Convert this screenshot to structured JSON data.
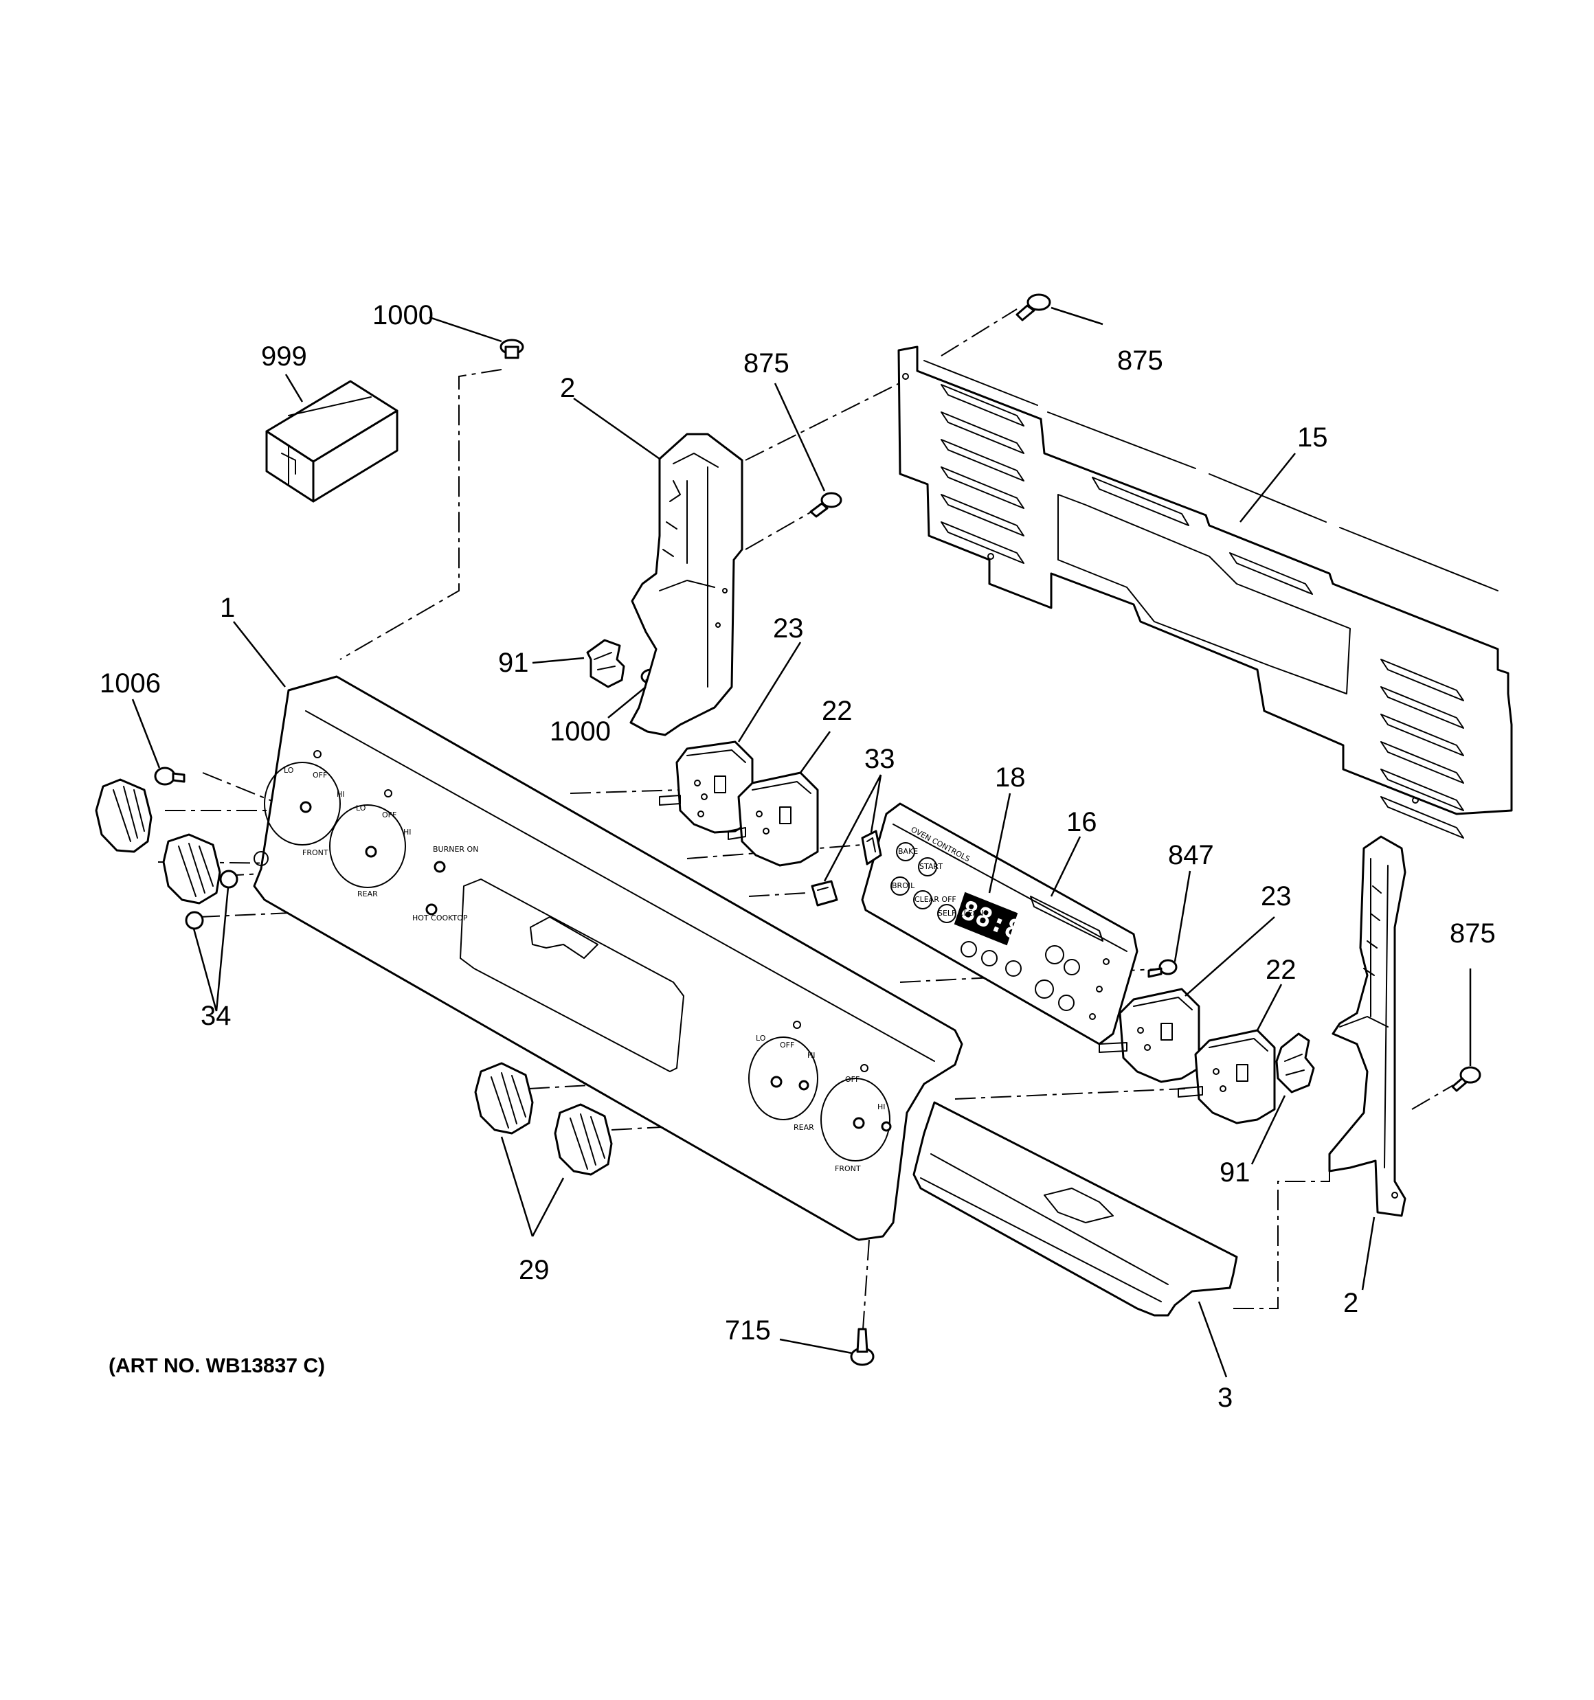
{
  "callouts": {
    "c1000a": "1000",
    "c999": "999",
    "c875a": "875",
    "c875b": "875",
    "c875c": "875",
    "c2a": "2",
    "c2b": "2",
    "c15": "15",
    "c1": "1",
    "c1006": "1006",
    "c91a": "91",
    "c91b": "91",
    "c1000b": "1000",
    "c23a": "23",
    "c23b": "23",
    "c22a": "22",
    "c22b": "22",
    "c33": "33",
    "c18": "18",
    "c16": "16",
    "c847": "847",
    "c34": "34",
    "c29": "29",
    "c715": "715",
    "c3": "3"
  },
  "art_number": "(ART NO. WB13837 C)",
  "display_readout": "88:88",
  "panel_labels": {
    "lo": "LO",
    "off": "OFF",
    "hi": "HI",
    "front": "FRONT",
    "rear": "REAR",
    "burner_on": "BURNER ON",
    "hot_cooktop": "HOT COOKTOP",
    "oven_controls": "OVEN CONTROLS",
    "bake": "BAKE",
    "broil": "BROIL",
    "start": "START",
    "clear": "CLEAR OFF",
    "self_clean": "SELF CLEAN"
  }
}
